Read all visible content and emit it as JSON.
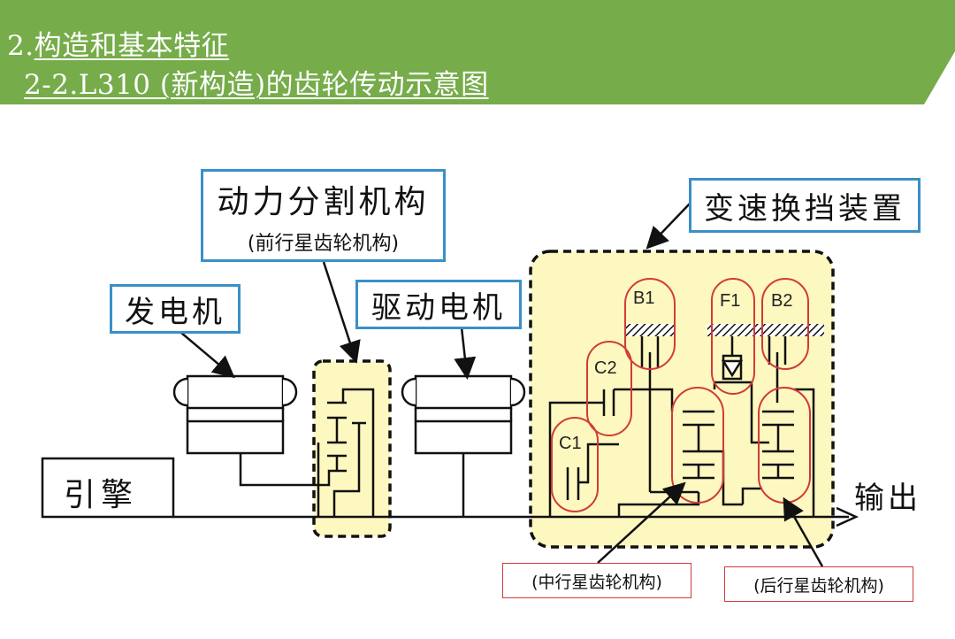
{
  "header": {
    "line1_num": "2.",
    "line1": "构造和基本特征",
    "line2": "2-2.L310 (新构造)的齿轮传动示意图",
    "background": "#76ac4a"
  },
  "labels": {
    "power_split": "动力分割机构",
    "power_split_sub": "(前行星齿轮机构)",
    "generator": "发电机",
    "drive_motor": "驱动电机",
    "transmission": "变速换挡装置",
    "engine": "引擎",
    "output": "输出",
    "middle_planetary": "(中行星齿轮机构)",
    "rear_planetary": "(后行星齿轮机构)"
  },
  "elements": {
    "b1": "B1",
    "f1": "F1",
    "b2": "B2",
    "c2": "C2",
    "c1": "C1"
  },
  "colors": {
    "label_border": "#3a8fc8",
    "highlight_fill": "#fdf8c0",
    "element_outline": "#d23a3a",
    "note_border": "#d23a3a"
  }
}
